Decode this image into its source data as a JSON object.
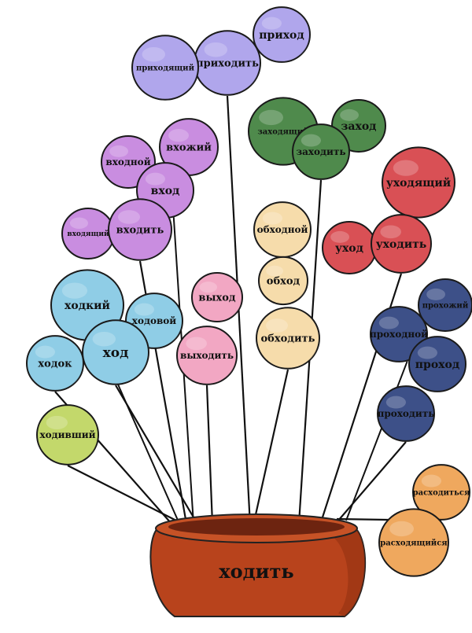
{
  "root": {
    "label": "ходить",
    "color": "#b8431c"
  },
  "clusters": [
    {
      "id": "prikhod",
      "color": "#b0a6ec",
      "words": [
        "приход",
        "приходить",
        "приходящий"
      ]
    },
    {
      "id": "zakhod",
      "color": "#4f8a4c",
      "words": [
        "заходящий",
        "заход",
        "заходить"
      ]
    },
    {
      "id": "vkhod",
      "color": "#c98de0",
      "words": [
        "входной",
        "вхожий",
        "вход",
        "входящий",
        "входить"
      ]
    },
    {
      "id": "ukhod",
      "color": "#d95055",
      "words": [
        "уходящий",
        "уход",
        "уходить"
      ]
    },
    {
      "id": "obkhod",
      "color": "#f6dcab",
      "words": [
        "обходной",
        "обход",
        "обходить"
      ]
    },
    {
      "id": "vykhod",
      "color": "#f2a7c3",
      "words": [
        "выход",
        "выходить"
      ]
    },
    {
      "id": "khod",
      "color": "#8fcde6",
      "words": [
        "ходкий",
        "ходовой",
        "ход",
        "ходок"
      ]
    },
    {
      "id": "prokhod",
      "color": "#3d5088",
      "words": [
        "прохожий",
        "проходной",
        "проход",
        "проходить"
      ]
    },
    {
      "id": "khodivshiy",
      "color": "#c3d86b",
      "words": [
        "ходивший"
      ]
    },
    {
      "id": "raskhod",
      "color": "#efa85e",
      "words": [
        "расходиться",
        "расходящийся"
      ]
    }
  ]
}
